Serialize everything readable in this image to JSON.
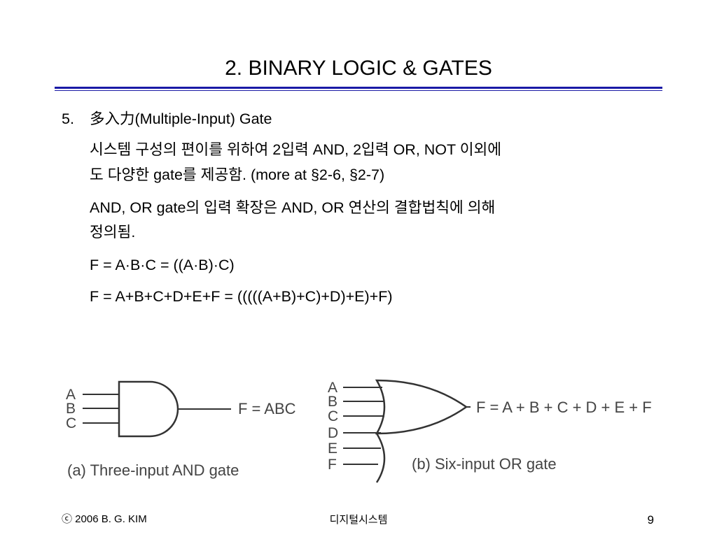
{
  "slide": {
    "title": "2.  BINARY LOGIC & GATES",
    "rule_color": "#1a1aa6",
    "item_number": "5.",
    "item_heading": "多入力(Multiple-Input) Gate",
    "para1_line1": "시스템 구성의 편이를 위하여 2입력 AND, 2입력 OR, NOT 이외에",
    "para1_line2": "도 다양한 gate를 제공함. (more at §2-6, §2-7)",
    "para2_line1": "AND, OR gate의 입력 확장은 AND, OR 연산의 결합법칙에 의해",
    "para2_line2": "정의됨.",
    "formula1": "F = A·B·C = ((A·B)·C)",
    "formula2": "F = A+B+C+D+E+F = (((((A+B)+C)+D)+E)+F)"
  },
  "figure": {
    "and_gate": {
      "inputs": [
        "A",
        "B",
        "C"
      ],
      "output_label": "F = ABC",
      "caption": "(a) Three-input AND gate"
    },
    "or_gate": {
      "inputs": [
        "A",
        "B",
        "C",
        "D",
        "E",
        "F"
      ],
      "output_label": "F = A + B + C + D + E + F",
      "caption": "(b) Six-input OR gate"
    }
  },
  "footer": {
    "copyright": "ⓒ 2006  B. G. KIM",
    "course": "디지털시스템",
    "page": "9"
  }
}
